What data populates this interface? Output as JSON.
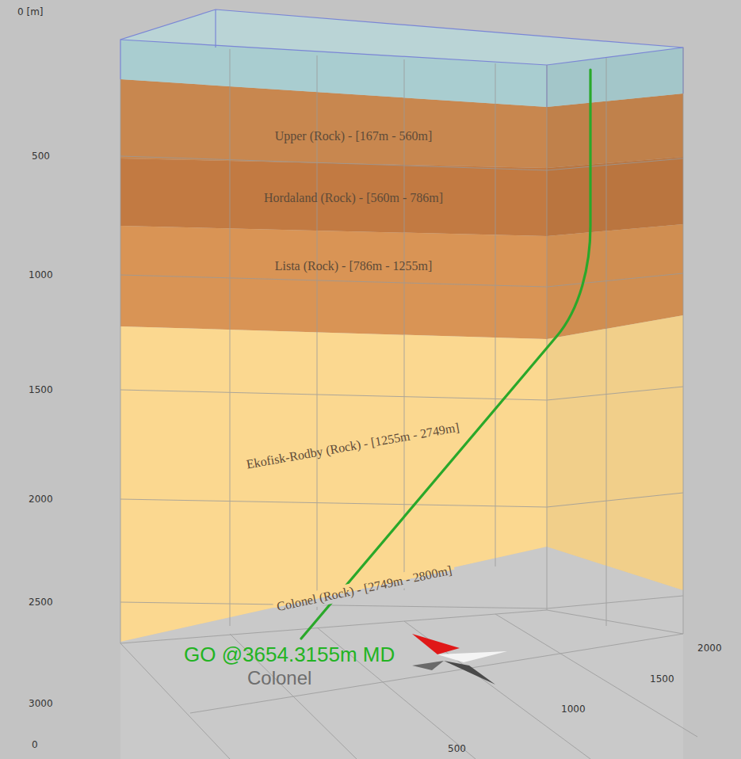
{
  "diagram": {
    "nodes": [
      {
        "text": [
          "Upper (Rock) - [167m - 560m]"
        ]
      },
      {
        "text": [
          "Hordaland (Rock) - [560m - 786m]"
        ]
      },
      {
        "text": [
          "Lista (Rock) - [786m - 1255m]"
        ]
      },
      {
        "text": [
          "Ekofisk-Rodby (Rock) - [1255m - 2749m]"
        ]
      },
      {
        "text": [
          "Colonel (Rock) - [2749m - 2800m]"
        ]
      }
    ],
    "labels": [
      "0 [m]",
      "500",
      "1000",
      "1500",
      "2000",
      "2500",
      "3000",
      "0",
      "500",
      "1000",
      "1500",
      "2000",
      "GO @3654.3155m MD",
      "Colonel"
    ]
  }
}
